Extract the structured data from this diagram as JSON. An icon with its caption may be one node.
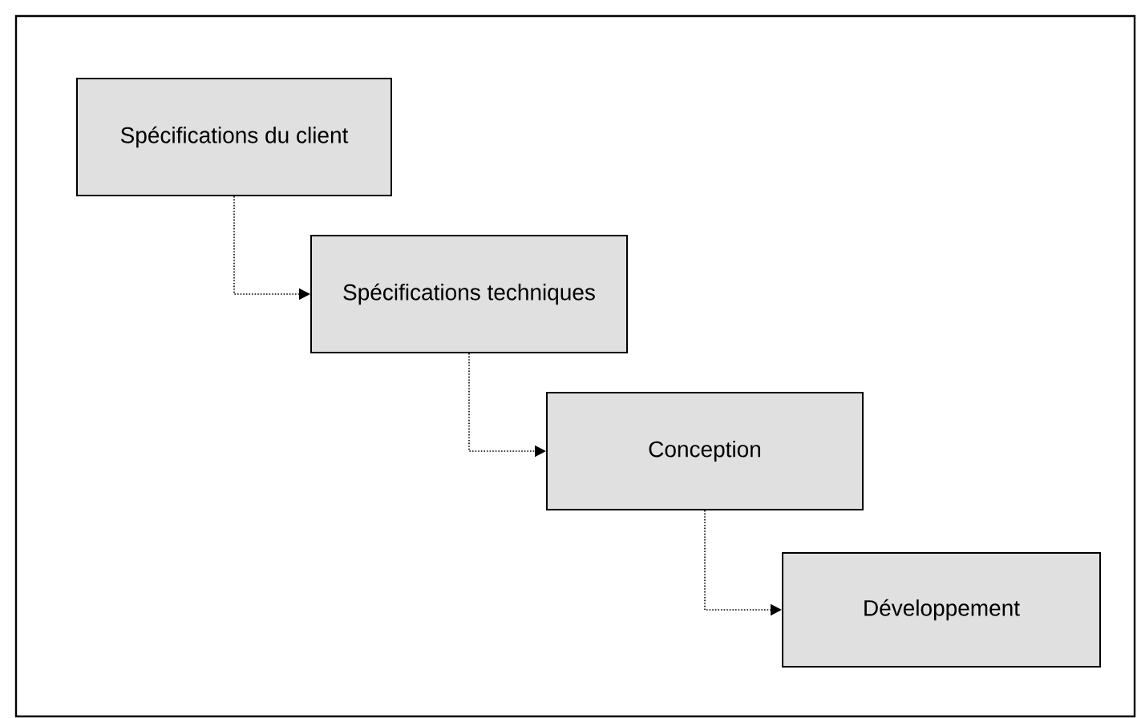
{
  "diagram": {
    "nodes": [
      {
        "text": [
          "Spécifications du client"
        ]
      },
      {
        "text": [
          "Spécifications techniques"
        ]
      },
      {
        "text": [
          "Conception"
        ]
      },
      {
        "text": [
          "Développement"
        ]
      }
    ],
    "edges": [
      {
        "from": 0,
        "to": 1,
        "arrow": "to"
      },
      {
        "from": 1,
        "to": 2,
        "arrow": "to"
      },
      {
        "from": 2,
        "to": 3,
        "arrow": "to"
      }
    ]
  }
}
